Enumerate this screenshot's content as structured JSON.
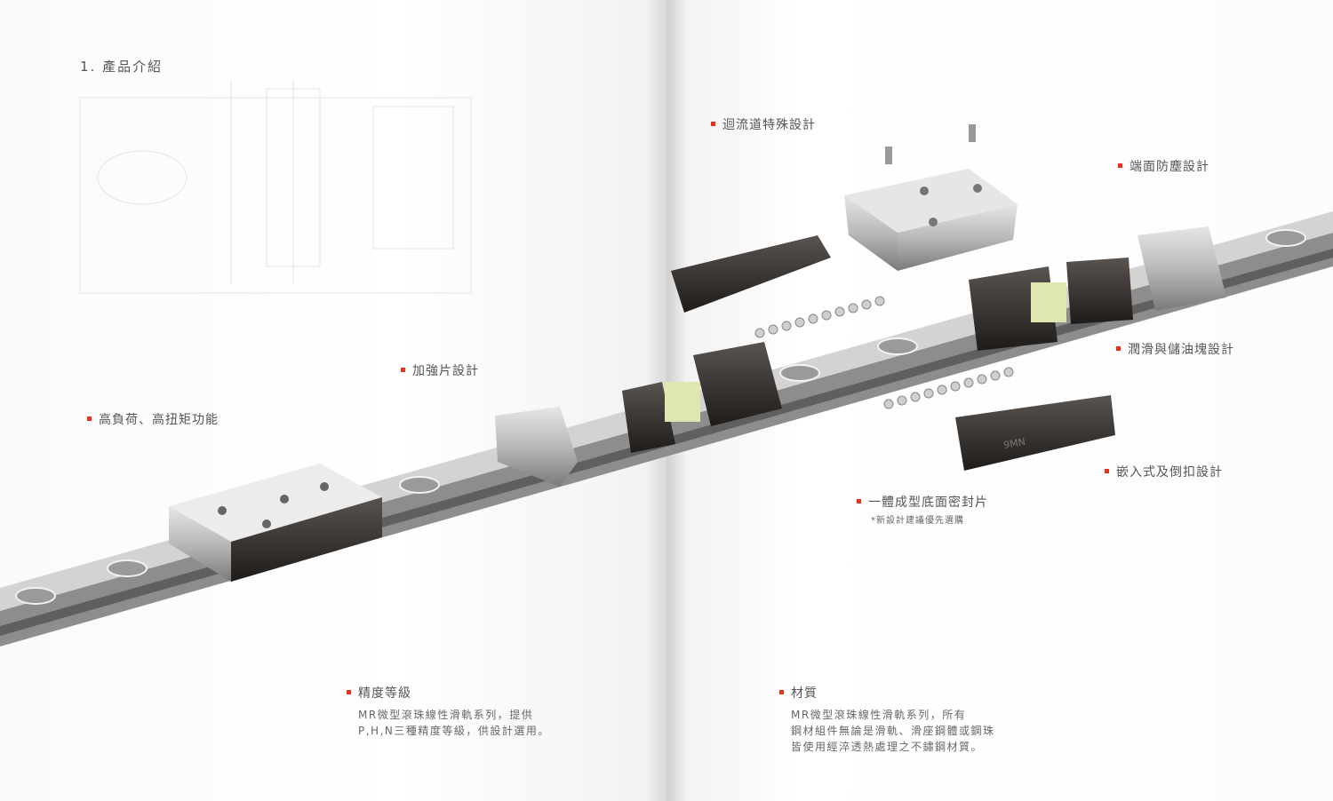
{
  "section_title": "1. 產品介紹",
  "accent_color": "#e8321e",
  "callouts": {
    "recirculation": "迴流道特殊設計",
    "end_dust": "端面防塵設計",
    "lubrication": "潤滑與儲油塊設計",
    "embedded": "嵌入式及倒扣設計",
    "bottom_seal": "一體成型底面密封片",
    "bottom_seal_note": "*新設計建議優先選購",
    "reinforcement": "加強片設計",
    "high_load": "高負荷、高扭矩功能"
  },
  "precision": {
    "heading": "精度等級",
    "lines": [
      "MR微型滾珠線性滑軌系列，提供",
      "P,H,N三種精度等級，供設計選用。"
    ]
  },
  "material": {
    "heading": "材質",
    "lines": [
      "MR微型滾珠線性滑軌系列，所有",
      "鋼材組件無論是滑軌、滑座鋼體或鋼珠",
      "皆使用經淬透熱處理之不鏽鋼材質。"
    ]
  },
  "part_marking": "9MN"
}
